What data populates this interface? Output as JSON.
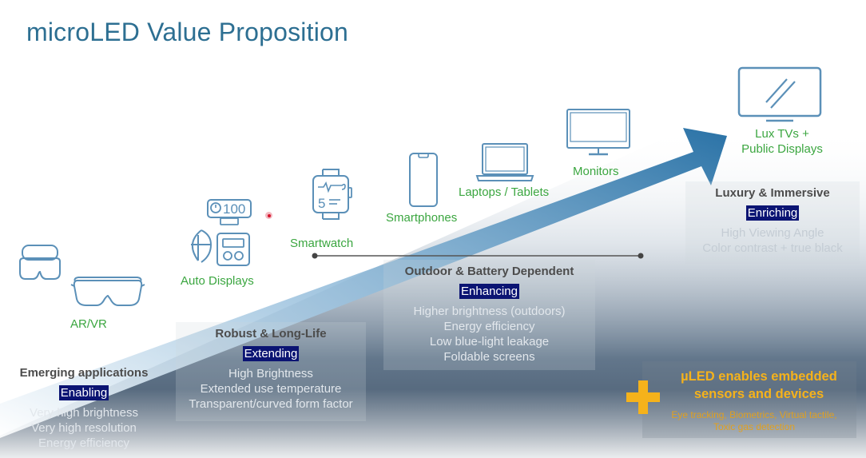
{
  "title": "microLED Value Proposition",
  "applications": {
    "ar_vr": "AR/VR",
    "auto_displays": "Auto Displays",
    "smartwatch": "Smartwatch",
    "smartphones": "Smartphones",
    "laptops_tablets": "Laptops / Tablets",
    "monitors": "Monitors",
    "lux_tvs_line1": "Lux TVs +",
    "lux_tvs_line2": "Public Displays"
  },
  "icon_text": {
    "speed": "100",
    "watch_digit": "5"
  },
  "segments": {
    "emerging": {
      "heading": "Emerging applications",
      "badge": "Enabling",
      "lines": [
        "Very high brightness",
        "Very high resolution",
        "Energy efficiency"
      ]
    },
    "robust": {
      "heading": "Robust & Long-Life",
      "badge": "Extending",
      "lines": [
        "High Brightness",
        "Extended use temperature",
        "Transparent/curved form factor"
      ]
    },
    "outdoor": {
      "heading": "Outdoor & Battery Dependent",
      "badge": "Enhancing",
      "lines": [
        "Higher brightness (outdoors)",
        "Energy efficiency",
        "Low blue-light leakage",
        "Foldable screens"
      ]
    },
    "luxury": {
      "heading": "Luxury & Immersive",
      "badge": "Enriching",
      "lines": [
        "High Viewing Angle",
        "Color contrast + true black"
      ]
    }
  },
  "uled": {
    "title_line1": "µLED enables embedded",
    "title_line2": "sensors and devices",
    "sub_line1": "Eye tracking, Biometrics, Virtual tactile,",
    "sub_line2": "Toxic gas detection"
  },
  "colors": {
    "title": "#2d6f92",
    "app_label": "#3ba640",
    "icon_stroke": "#5b90b8",
    "badge_bg": "#0b1473",
    "arrow": "#2f78aa",
    "accent_orange": "#f5b21b"
  }
}
